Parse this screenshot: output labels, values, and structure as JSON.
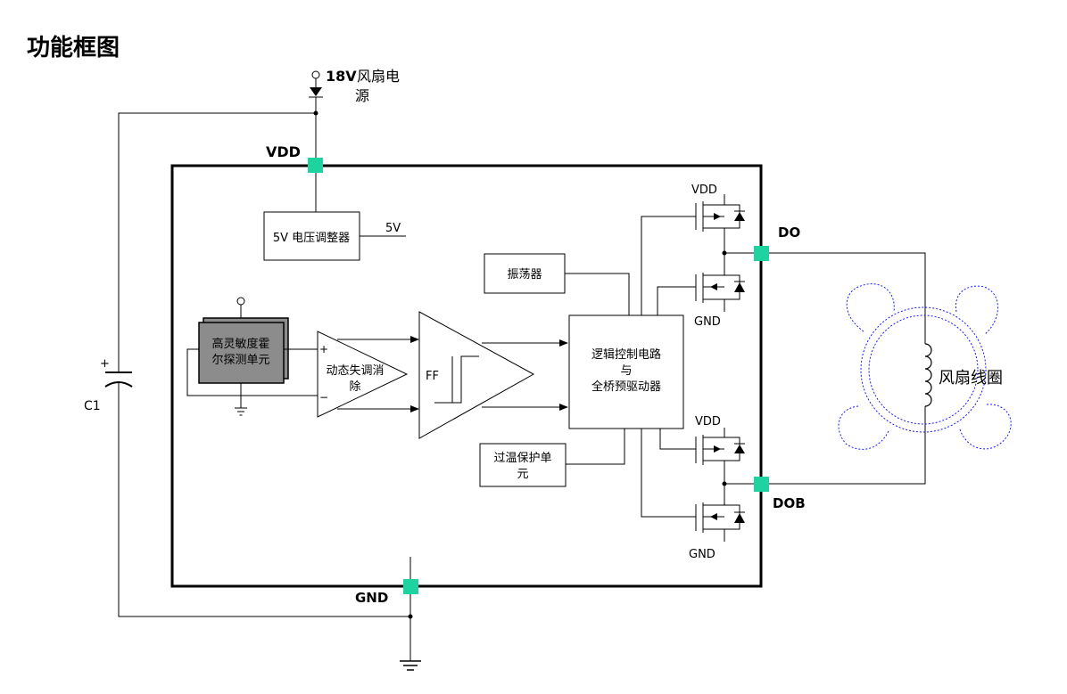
{
  "title": "功能框图",
  "supply": {
    "voltage": "18V",
    "desc_line1": "风扇电",
    "desc_line2": "源"
  },
  "pins": {
    "vdd": "VDD",
    "do": "DO",
    "dob": "DOB",
    "gnd": "GND"
  },
  "cap": {
    "label": "C1",
    "plus": "+"
  },
  "regulator": {
    "label": "5V 电压调整器",
    "out": "5V"
  },
  "hall": {
    "line1": "高灵敏度霍",
    "line2": "尔探测单元"
  },
  "amp": {
    "line1": "动态失调消",
    "line2": "除",
    "plus": "+",
    "minus": "−"
  },
  "ff": {
    "label": "FF"
  },
  "oscillator": {
    "label": "振荡器"
  },
  "thermal": {
    "line1": "过温保护单",
    "line2": "元"
  },
  "logic": {
    "line1": "逻辑控制电路",
    "line2": "与",
    "line3": "全桥预驱动器"
  },
  "mosfet": {
    "top_vdd": "VDD",
    "top_gnd": "GND",
    "bot_vdd": "VDD",
    "bot_gnd": "GND"
  },
  "coil": {
    "label": "风扇线圈"
  },
  "colors": {
    "pad": "#1fd3a0",
    "hall_fill": "#8c8c8c",
    "fan_outline": "#1a1aff"
  }
}
